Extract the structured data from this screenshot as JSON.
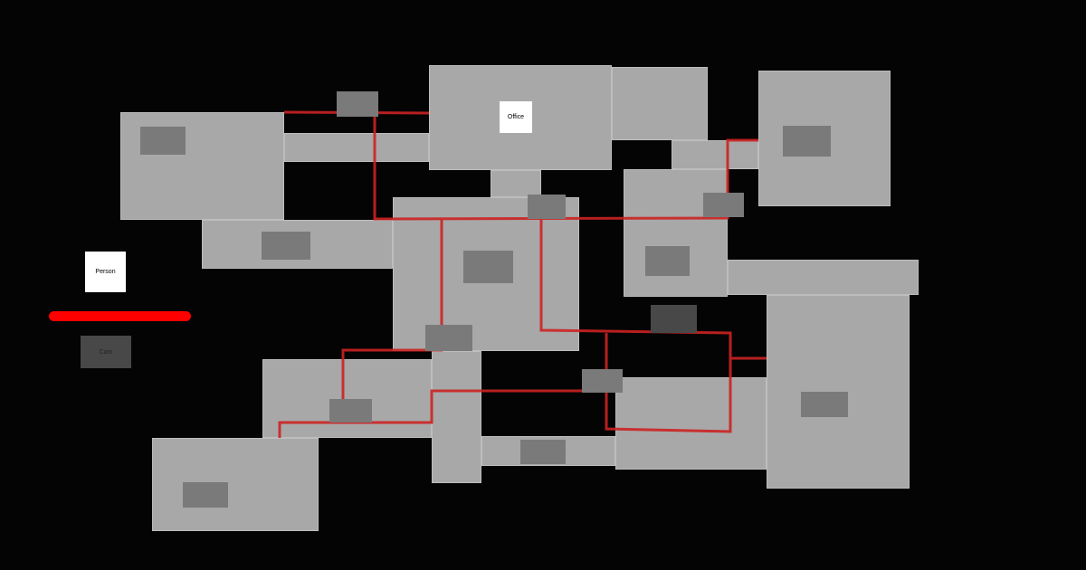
{
  "map": {
    "office_label": "Office",
    "colors": {
      "room": "#a8a8a8",
      "camera": "#7a7a7a",
      "path": "#cc2222",
      "background": "#040404"
    }
  },
  "legend": {
    "person_label": "Person",
    "camera_label": "Cam",
    "path_color": "#ff0000"
  }
}
